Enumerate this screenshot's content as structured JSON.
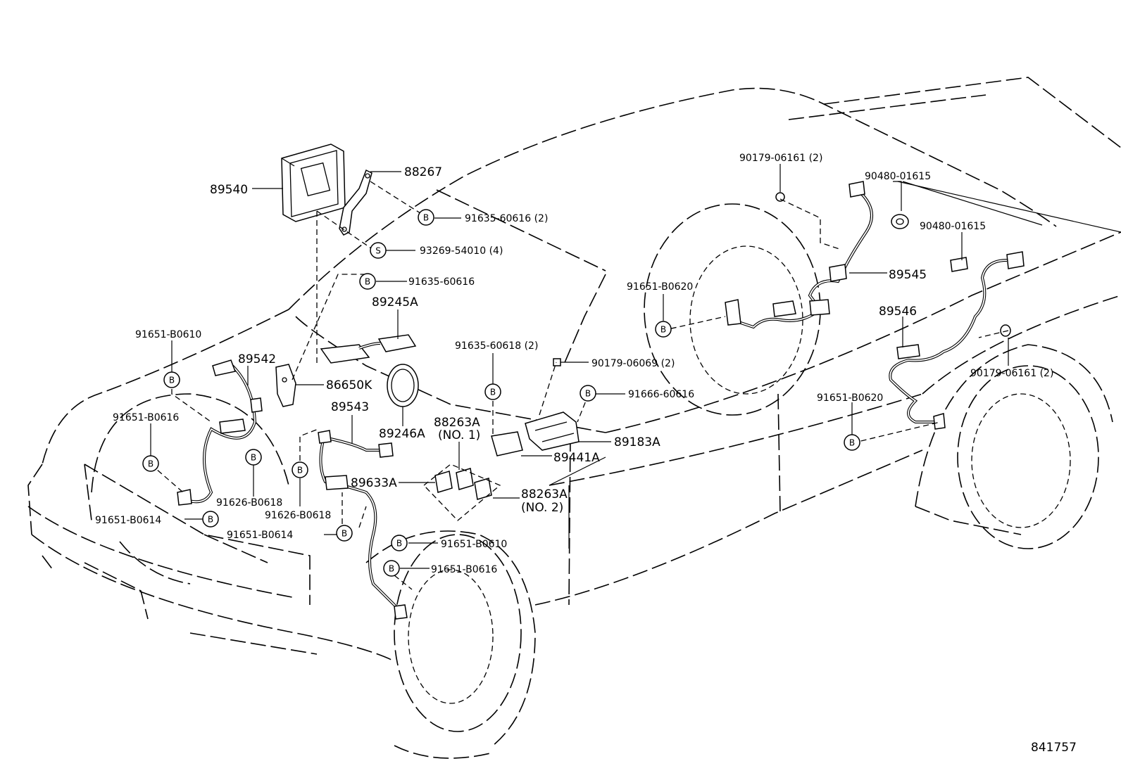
{
  "diagram_id": "841757",
  "labels": {
    "ecu": "89540",
    "bracket_ecu": "88267",
    "bolt_ecu": "91635-60616 (2)",
    "screw_ecu": "93269-54010 (4)",
    "bolt_sensor": "91635-60616",
    "yaw_sensor": "89245A",
    "spiral_cable": "86650K",
    "sensor_ring": "89246A",
    "front_sensor_left": "89542",
    "front_sensor_right": "89543",
    "bolt_fl_upper": "91651-B0610",
    "bolt_fl_mid": "91651-B0616",
    "bolt_fl_lower": "91651-B0614",
    "clamp_fl": "91626-B0618",
    "clamp_fr": "91626-B0618",
    "bolt_fr_lower": "91651-B0614",
    "bolt_fr_upper": "91651-B0610",
    "bolt_fr_mid": "91651-B0616",
    "bolt_actuator": "91635-60618 (2)",
    "relay_no1": "88263A",
    "relay_no1_sub": "(NO. 1)",
    "relay_no2": "88263A",
    "relay_no2_sub": "(NO. 2)",
    "sensor_harness": "89633A",
    "nut_actuator": "90179-06069 (2)",
    "bolt_actuator_side": "91666-60616",
    "actuator": "89183A",
    "actuator_sub": "89441A",
    "nut_rr_upper": "90179-06161 (2)",
    "grommet_rr": "90480-01615",
    "grommet_rl": "90480-01615",
    "rear_sensor_right": "89545",
    "bolt_rr": "91651-B0620",
    "rear_sensor_left": "89546",
    "nut_rl": "90179-06161 (2)",
    "bolt_rl": "91651-B0620",
    "circle_b": "B",
    "circle_s": "S"
  }
}
